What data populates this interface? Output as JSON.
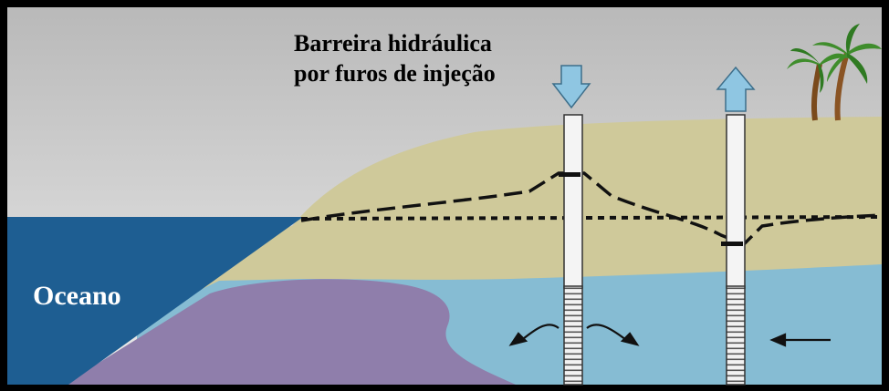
{
  "diagram": {
    "title_line_1": "Barreira hidráulica",
    "title_line_2": "por furos de injeção",
    "ocean_label": "Oceano"
  },
  "colors": {
    "sky_top": "#bcbcbc",
    "sky_bottom": "#e6e6e6",
    "ocean": "#1e5e92",
    "sand": "#cfc99a",
    "saline_water": "#86bcd3",
    "clay_layer": "#8f7eab",
    "arrow_fill": "#8fc6e2",
    "frame": "#000000",
    "well_casing": "#f4f4f4"
  },
  "icons": [
    "injection-arrow-icon",
    "extraction-arrow-icon",
    "palm-tree-icon",
    "flow-arrow-icon"
  ]
}
